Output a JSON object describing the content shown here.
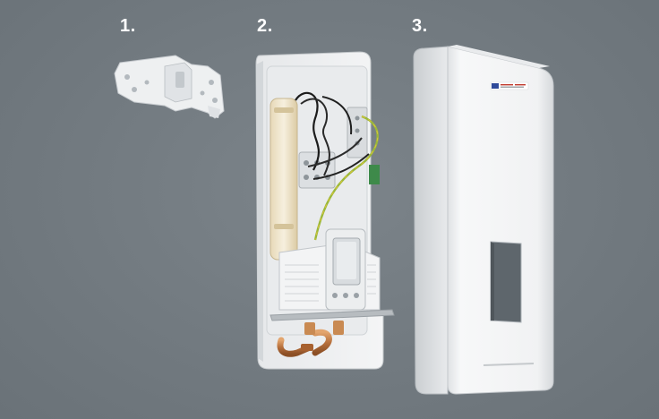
{
  "steps": [
    {
      "label": "1."
    },
    {
      "label": "2."
    },
    {
      "label": "3."
    }
  ],
  "colors": {
    "background": "#727a80",
    "device_white": "#f2f3f4",
    "label": "#ffffff",
    "copper": "#c07a45",
    "wire_green_yellow": "#9bb83a"
  },
  "components": {
    "mounting_bracket": "wall-mounting-bracket",
    "open_unit": "open-heater-unit-with-wiring",
    "cover": "front-cover-with-display-window"
  }
}
